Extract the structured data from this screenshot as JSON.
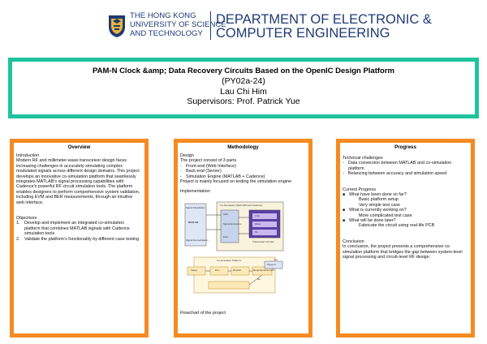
{
  "header": {
    "university_lines": [
      "THE HONG KONG",
      "UNIVERSITY OF SCIENCE",
      "AND TECHNOLOGY"
    ],
    "department_lines": [
      "DEPARTMENT OF ELECTRONIC &",
      "COMPUTER ENGINEERING"
    ],
    "brand_color": "#1f3a73"
  },
  "title_box": {
    "title": "PAM-N Clock &amp; Data Recovery Circuits Based on the OpenIC Design Platform",
    "code": "(PY02a-24)",
    "author": "Lau Chi Him",
    "supervisors": "Supervisors: Prof. Patrick Yue",
    "border_color": "#1fc49e"
  },
  "columns": {
    "border_color": "#f58b21",
    "overview": {
      "heading": "Overview",
      "intro_heading": "Introduction",
      "intro_text": "Modern RF and millimeter-wave transceiver design faces increasing challenges in accurately simulating complex modulated signals across different design domains. This project develops an innovative co-simulation platform that seamlessly integrates MATLAB's signal processing capabilities with Cadence's powerful RF circuit simulation tools. The platform enables designers to perform comprehensive system validation, including EVM and BER measurements, through an intuitive web interface.",
      "objectives_heading": "Objectives",
      "objectives": [
        {
          "n": "1.",
          "text": "Develop and implement an integrated co-simulation platform that combines MATLAB signals with Cadence simulation tools"
        },
        {
          "n": "2.",
          "text": "Validate the platform's functionality by different case testing"
        }
      ]
    },
    "methodology": {
      "heading": "Methodology",
      "design_heading": "Design",
      "design_intro": "The project consist of 3 parts",
      "parts": [
        "Front-end (Web Interface)",
        "Back-end (Server)",
        "Simulation Engine (MATLAB + Cadence)"
      ],
      "focus_text": "Project is mainly focused on testing the simulation engine",
      "implementation_heading": "Implementation",
      "diagram_labels": {
        "signal_modulation": "Signal Modulation",
        "matlab": "MATLAB",
        "signal_demodulation": "Signal Demodulation",
        "co_sim_title": "Co-Simulation (MATLAB and Cadence)",
        "adc": "ADC",
        "dac": "DAC",
        "signal_extraction": "Signal Extraction",
        "lna": "LNA",
        "mixer": "Mixer",
        "pa": "PA",
        "transceiver": "Transceiver Circuits",
        "flow_title": "Co-simulation Platform",
        "flow_setup": "Setup",
        "flow_run": "Run",
        "flow_results": "Results",
        "flow_decision": "Requirements met?",
        "flow_yes": "Yes",
        "flow_no": "No",
        "flow_tapeout": "Tapeout"
      },
      "flowchart_caption": "Flowchart of the project"
    },
    "progress": {
      "heading": "Progress",
      "challenges_heading": "Technical challenges",
      "challenges": [
        "Data conversion between MATLAB and co-simulation platform",
        "Belancing between accuracy and simulation speed"
      ],
      "current_heading": "Current Progress",
      "items": [
        {
          "q": "What have been done so far?",
          "a": [
            "Basic platform setup",
            "Very simple test case"
          ]
        },
        {
          "q": "What is currently working on?",
          "a": [
            "More complicated test case"
          ]
        },
        {
          "q": "What will be done later?",
          "a": [
            "Fabricate the circuit using real-life PCB"
          ]
        }
      ],
      "conclusion_heading": "Conclusion",
      "conclusion_text": "In conclusion, the project presents a comprehensive co-simulation platform that bridges the gap between system-level signal processing and circuit-level RF design."
    }
  }
}
